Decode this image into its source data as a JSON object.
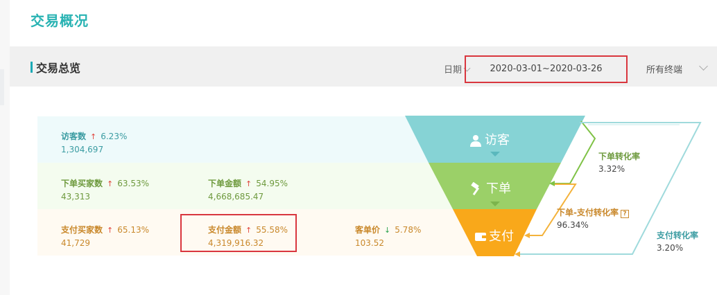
{
  "page": {
    "title": "交易概况"
  },
  "section": {
    "title": "交易总览",
    "date_label": "日期",
    "date_range": "2020-03-01~2020-03-26",
    "terminal": "所有终端"
  },
  "visitor": {
    "label": "访客数",
    "change": "6.23%",
    "value": "1,304,697"
  },
  "order": {
    "buyers": {
      "label": "下单买家数",
      "change": "63.53%",
      "value": "43,313"
    },
    "amount": {
      "label": "下单金额",
      "change": "54.95%",
      "value": "4,668,685.47"
    }
  },
  "pay": {
    "buyers": {
      "label": "支付买家数",
      "change": "65.13%",
      "value": "41,729"
    },
    "amount": {
      "label": "支付金额",
      "change": "55.58%",
      "value": "4,319,916.32"
    },
    "unit_price": {
      "label": "客单价",
      "change": "5.78%",
      "value": "103.52"
    }
  },
  "funnel": {
    "visitor": "访客",
    "order": "下单",
    "pay": "支付"
  },
  "rates": {
    "order_rate": {
      "label": "下单转化率",
      "value": "3.32%"
    },
    "order_pay_rate": {
      "label": "下单-支付转化率",
      "value": "96.34%"
    },
    "pay_rate": {
      "label": "支付转化率",
      "value": "3.20%"
    }
  },
  "colors": {
    "accent": "#29b3b3",
    "visitor": "#86d3d5",
    "order": "#9bd068",
    "pay": "#f9a81a",
    "highlight": "#d9363e",
    "up": "#e0463e",
    "down": "#2ca24e"
  },
  "trends": {
    "visitor": "up",
    "order_buyers": "up",
    "order_amount": "up",
    "pay_buyers": "up",
    "pay_amount": "up",
    "unit_price": "down"
  }
}
